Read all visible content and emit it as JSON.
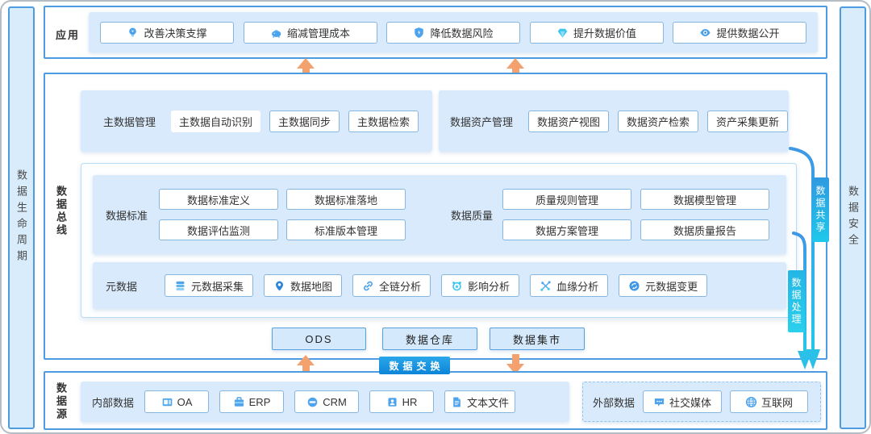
{
  "rails": {
    "left": "数据生命周期",
    "right": "数据安全"
  },
  "app_layer": {
    "label": "应用",
    "buttons": [
      {
        "icon": "bulb-icon",
        "label": "改善决策支撑"
      },
      {
        "icon": "piggy-bank-icon",
        "label": "缩减管理成本"
      },
      {
        "icon": "shield-icon",
        "label": "降低数据风险"
      },
      {
        "icon": "gem-icon",
        "label": "提升数据价值"
      },
      {
        "icon": "eye-icon",
        "label": "提供数据公开"
      }
    ]
  },
  "governance": {
    "label": "数据总线",
    "master_data": {
      "label": "主数据管理",
      "buttons": [
        "主数据自动识别",
        "主数据同步",
        "主数据检索"
      ]
    },
    "data_asset": {
      "label": "数据资产管理",
      "buttons": [
        "数据资产视图",
        "数据资产检索",
        "资产采集更新"
      ]
    },
    "standards": {
      "label": "数据标准",
      "buttons": [
        "数据标准定义",
        "数据标准落地",
        "数据评估监测",
        "标准版本管理"
      ]
    },
    "quality": {
      "label": "数据质量",
      "buttons": [
        "质量规则管理",
        "数据模型管理",
        "数据方案管理",
        "数据质量报告"
      ]
    },
    "metadata": {
      "label": "元数据",
      "buttons": [
        {
          "icon": "database-icon",
          "label": "元数据采集"
        },
        {
          "icon": "map-pin-icon",
          "label": "数据地图"
        },
        {
          "icon": "link-icon",
          "label": "全链分析"
        },
        {
          "icon": "impact-icon",
          "label": "影响分析"
        },
        {
          "icon": "lineage-icon",
          "label": "血缘分析"
        },
        {
          "icon": "change-icon",
          "label": "元数据变更"
        }
      ]
    },
    "storage": [
      "ODS",
      "数据仓库",
      "数据集市"
    ]
  },
  "flows": {
    "exchange": "数据交换",
    "share": "数据共享",
    "process": "数据处理"
  },
  "sources": {
    "label": "数据源",
    "internal": {
      "label": "内部数据",
      "buttons": [
        {
          "icon": "oa-icon",
          "label": "OA"
        },
        {
          "icon": "erp-icon",
          "label": "ERP"
        },
        {
          "icon": "crm-icon",
          "label": "CRM"
        },
        {
          "icon": "hr-icon",
          "label": "HR"
        },
        {
          "icon": "text-file-icon",
          "label": "文本文件"
        }
      ]
    },
    "external": {
      "label": "外部数据",
      "buttons": [
        {
          "icon": "social-media-icon",
          "label": "社交媒体"
        },
        {
          "icon": "globe-icon",
          "label": "互联网"
        }
      ]
    }
  },
  "colors": {
    "border_blue": "#4d9be0",
    "panel_blue": "#d8eafb",
    "exchange_gradient": "#2aa7ea → #0d85d8",
    "flow_cyan": "#2bc0e8",
    "arrow_orange": "#f3a26f",
    "button_border": "#85b6e0",
    "text_dark": "#333333"
  }
}
